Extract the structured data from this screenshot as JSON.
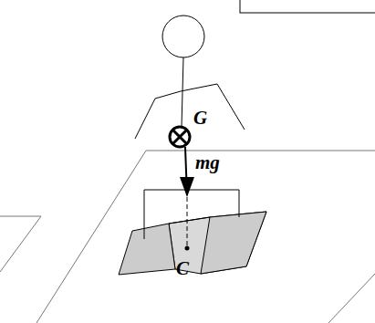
{
  "diagram": {
    "labels": [
      "G",
      "mg",
      "C"
    ]
  }
}
